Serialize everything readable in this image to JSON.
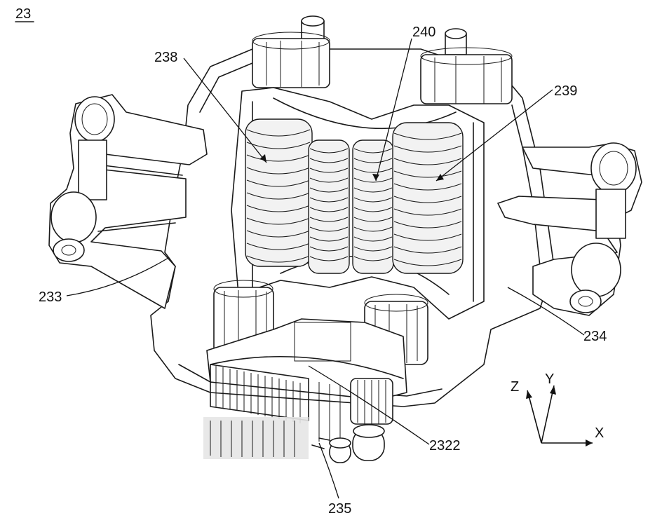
{
  "figure": {
    "figure_number": "23",
    "labels": {
      "l233": "233",
      "l234": "234",
      "l235": "235",
      "l238": "238",
      "l239": "239",
      "l240": "240",
      "l2322": "2322"
    },
    "axes": {
      "x": "X",
      "y": "Y",
      "z": "Z"
    }
  },
  "colors": {
    "line": "#1a1a1a",
    "background": "#ffffff",
    "blur": "#e6e6e6"
  }
}
